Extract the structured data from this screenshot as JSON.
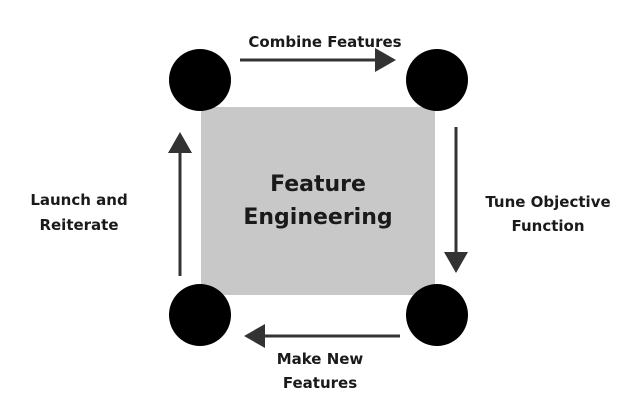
{
  "center": {
    "line1": "Feature",
    "line2": "Engineering"
  },
  "steps": {
    "top": {
      "line1": "Combine Features"
    },
    "right": {
      "line1": "Tune Objective",
      "line2": "Function"
    },
    "bottom": {
      "line1": "Make New",
      "line2": "Features"
    },
    "left": {
      "line1": "Launch and",
      "line2": "Reiterate"
    }
  },
  "colors": {
    "square_fill": "#c8c8c8",
    "node_fill": "#000000",
    "arrow": "#333333",
    "text": "#1a1a1a"
  }
}
